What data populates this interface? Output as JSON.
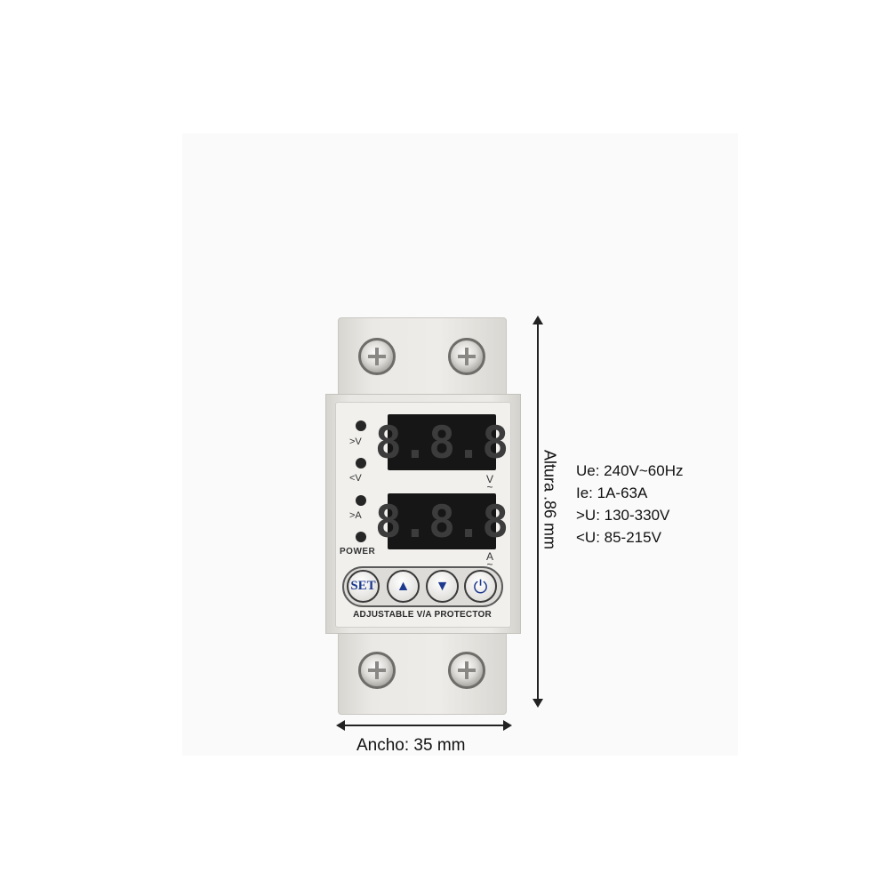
{
  "device": {
    "indicators": [
      ">V",
      "<V",
      ">A"
    ],
    "power_label": "POWER",
    "display_voltage": "8.8.8",
    "display_current": "8.8.8",
    "unit_voltage": "V\n~",
    "unit_current": "A\n~",
    "buttons": {
      "set": "SET",
      "up": "▲",
      "down": "▼",
      "power": "⏻"
    },
    "panel_title": "ADJUSTABLE V/A PROTECTOR",
    "colors": {
      "housing": "#e6e4e0",
      "display": "#161616",
      "button_glyph": "#1d3a8f"
    }
  },
  "dimensions": {
    "height_label": "Altura .86 mm",
    "width_label": "Ancho: 35 mm"
  },
  "specs": [
    "Ue: 240V~60Hz",
    "Ie: 1A-63A",
    ">U: 130-330V",
    "<U: 85-215V"
  ]
}
